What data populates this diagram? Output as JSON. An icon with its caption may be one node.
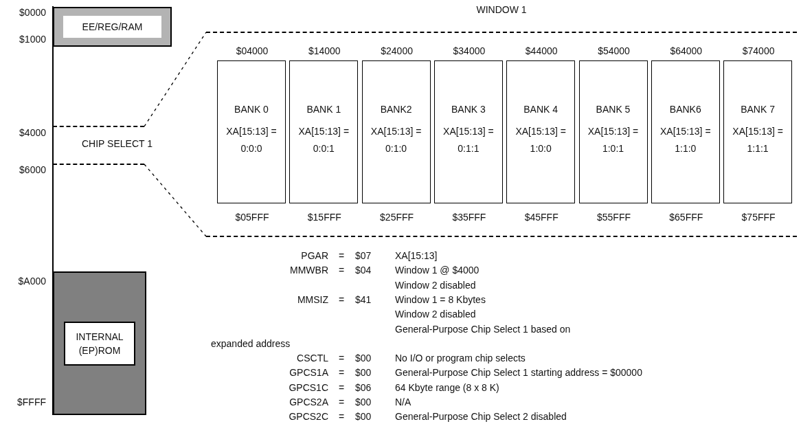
{
  "diagram": {
    "nodes": [
      {
        "text": [
          "EE/REG/RAM"
        ]
      },
      {
        "text": [
          "CHIP SELECT 1"
        ]
      },
      {
        "text": [
          "INTERNAL (EP)ROM"
        ]
      },
      {
        "text": [
          "WINDOW 1"
        ]
      },
      {
        "text": [
          "BANK 0",
          "XA[15:13] = 0:0:0"
        ],
        "beside": [
          "$04000",
          "$05FFF"
        ],
        "in": 3
      },
      {
        "text": [
          "BANK 1",
          "XA[15:13] = 0:0:1"
        ],
        "beside": [
          "$14000",
          "$15FFF"
        ],
        "in": 3
      },
      {
        "text": [
          "BANK2",
          "XA[15:13] = 0:1:0"
        ],
        "beside": [
          "$24000",
          "$25FFF"
        ],
        "in": 3
      },
      {
        "text": [
          "BANK 3",
          "XA[15:13] = 0:1:1"
        ],
        "beside": [
          "$34000",
          "$35FFF"
        ],
        "in": 3
      },
      {
        "text": [
          "BANK 4",
          "XA[15:13] = 1:0:0"
        ],
        "beside": [
          "$44000",
          "$45FFF"
        ],
        "in": 3
      },
      {
        "text": [
          "BANK 5",
          "XA[15:13] = 1:0:1"
        ],
        "beside": [
          "$54000",
          "$55FFF"
        ],
        "in": 3
      },
      {
        "text": [
          "BANK6",
          "XA[15:13] = 1:1:0"
        ],
        "beside": [
          "$64000",
          "$65FFF"
        ],
        "in": 3
      },
      {
        "text": [
          "BANK 7",
          "XA[15:13] = 1:1:1"
        ],
        "beside": [
          "$74000",
          "$75FFF"
        ],
        "in": 3
      }
    ],
    "edges": [
      {
        "from": 1,
        "to": 3,
        "arrow": "none",
        "style": "dashed"
      },
      {
        "from": 1,
        "to": 3,
        "arrow": "none",
        "style": "dashed"
      }
    ],
    "labels": [
      "$0000",
      "$1000",
      "$4000",
      "$6000",
      "$A000",
      "$FFFF",
      "PGAR",
      "=",
      "$07",
      "XA[15:13]",
      "MMWBR",
      "=",
      "$04",
      "Window 1 @ $4000",
      "Window 2 disabled",
      "MMSIZ",
      "=",
      "$41",
      "Window 1 = 8 Kbytes",
      "Window 2 disabled",
      "General-Purpose Chip Select 1 based on",
      "expanded address",
      "CSCTL",
      "=",
      "$00",
      "No I/O or program chip selects",
      "GPCS1A",
      "=",
      "$00",
      "General-Purpose Chip Select 1 starting address = $00000",
      "GPCS1C",
      "=",
      "$06",
      "64 Kbyte range (8 x 8 K)",
      "GPCS2A",
      "=",
      "$00",
      "N/A",
      "GPCS2C",
      "=",
      "$00",
      "General-Purpose Chip Select 2 disabled"
    ]
  }
}
